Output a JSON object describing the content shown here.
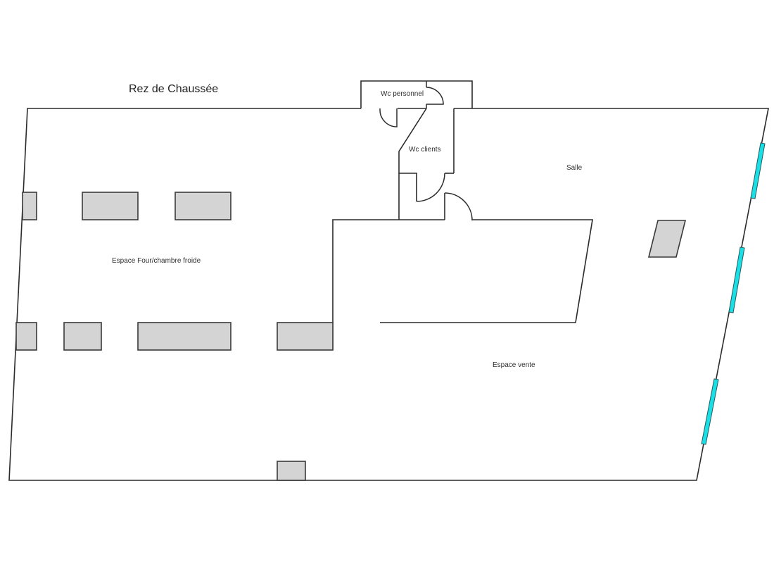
{
  "title": "Rez de Chaussée",
  "rooms": {
    "wc_personnel": "Wc personnel",
    "wc_clients": "Wc clients",
    "salle": "Salle",
    "espace_four": "Espace Four/chambre froide",
    "espace_vente": "Espace vente"
  },
  "colors": {
    "wall": "#2b2b2b",
    "fixture_fill": "#d4d4d4",
    "window_fill": "#19e0e6",
    "background": "#ffffff"
  }
}
